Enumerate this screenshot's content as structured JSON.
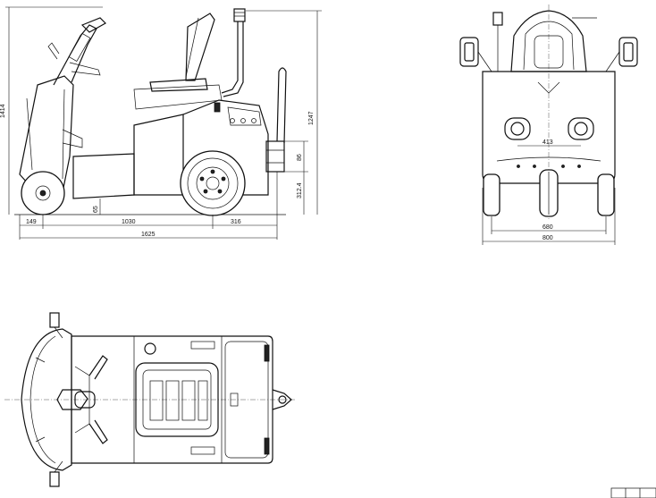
{
  "side_view": {
    "dims": {
      "total_height": "1414",
      "seat_height": "1247",
      "front_overhang": "149",
      "wheelbase": "1030",
      "rear_overhang": "316",
      "total_length": "1625",
      "ground_clearance": "65",
      "hitch_spacing": "86",
      "hitch_height": "312.4"
    }
  },
  "rear_view": {
    "dims": {
      "hitch_width": "413",
      "track_width": "680",
      "total_width": "800"
    }
  }
}
